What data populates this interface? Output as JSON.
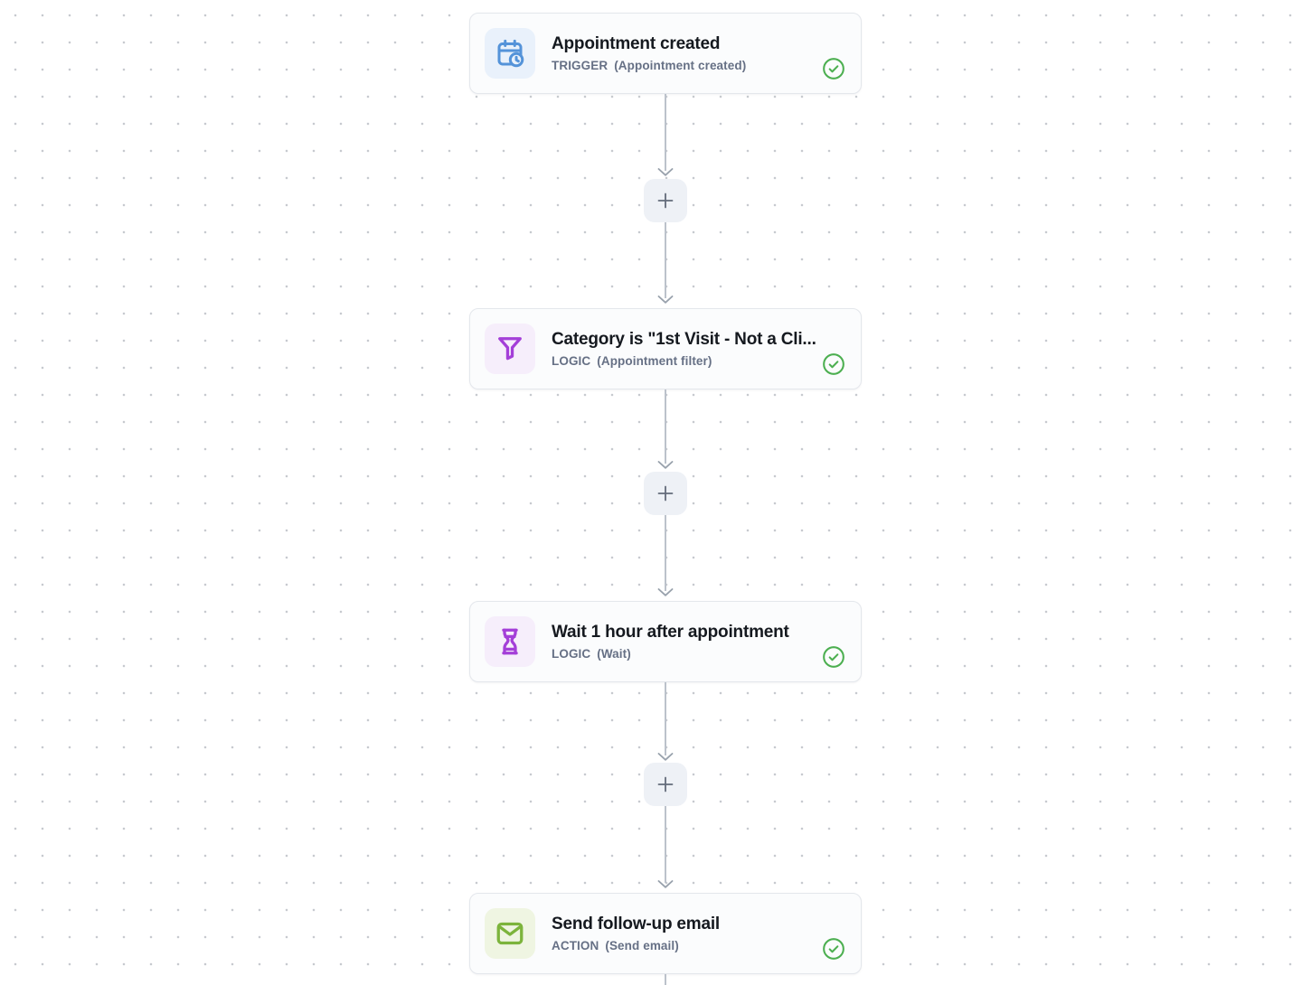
{
  "app": {
    "view": "workflow-canvas"
  },
  "flow": {
    "nodes": [
      {
        "title": "Appointment created",
        "kind": "TRIGGER",
        "detail": "(Appointment created)",
        "icon": "calendar-clock-icon",
        "status": "success"
      },
      {
        "title": "Category is \"1st Visit - Not a Cli...",
        "kind": "LOGIC",
        "detail": "(Appointment filter)",
        "icon": "filter-icon",
        "status": "success"
      },
      {
        "title": "Wait 1 hour after appointment",
        "kind": "LOGIC",
        "detail": "(Wait)",
        "icon": "hourglass-icon",
        "status": "success"
      },
      {
        "title": "Send follow-up email",
        "kind": "ACTION",
        "detail": "(Send email)",
        "icon": "mail-icon",
        "status": "success"
      }
    ],
    "add_step_button_count": 3,
    "plus_label": "+"
  },
  "colors": {
    "canvas_dot": "#c7cacf",
    "card_background": "#fbfcfd",
    "card_border": "#e4e7ec",
    "title_text": "#15191f",
    "subtitle_text": "#667085",
    "connector_line": "#bcc2cb",
    "connector_arrow": "#98a1ac",
    "plus_background": "#eef1f6",
    "plus_glyph": "#636b7a",
    "status_success": "#4caf50",
    "trigger_icon": "#5493d9",
    "trigger_icon_bg": "#e9f1fb",
    "logic_icon": "#a43fd8",
    "logic_icon_bg": "#f6eefb",
    "action_icon": "#7cb43c",
    "action_icon_bg": "#eff5e2"
  }
}
